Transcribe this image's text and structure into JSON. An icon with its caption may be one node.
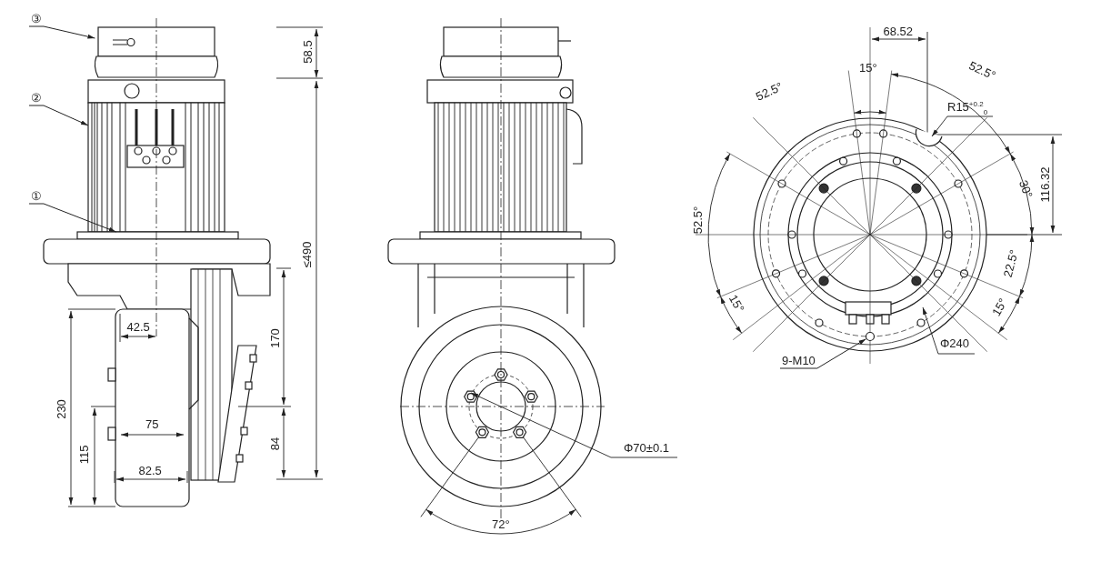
{
  "diagram": {
    "nodes": [
      {
        "text": [
          "③"
        ]
      },
      {
        "text": [],
        "shape": "picture"
      },
      {
        "text": [
          "②"
        ]
      },
      {
        "text": [],
        "shape": "picture"
      },
      {
        "text": [
          "①"
        ]
      },
      {
        "text": [],
        "shape": "bar"
      },
      {
        "text": [
          "9-M10"
        ]
      },
      {
        "text": [],
        "shape": "circle"
      }
    ],
    "edges": [
      {
        "from": 0,
        "to": 1,
        "arrow": "to"
      },
      {
        "from": 2,
        "to": 3,
        "arrow": "to"
      },
      {
        "from": 4,
        "to": 5,
        "arrow": "to"
      },
      {
        "from": 6,
        "to": 7,
        "arrow": "to"
      }
    ],
    "labels": [
      "58.5",
      "≤490",
      "42.5",
      "170",
      "230",
      "75",
      "84",
      "115",
      "82.5",
      "Φ70±0.1",
      "72°",
      "68.52",
      "15°",
      "52.5°",
      "52.5°",
      "R15$^{+0.2}$$_{0}$",
      "116.32",
      "30°",
      "52.5°",
      "22.5°",
      "15°",
      "15°",
      "Φ240"
    ]
  }
}
